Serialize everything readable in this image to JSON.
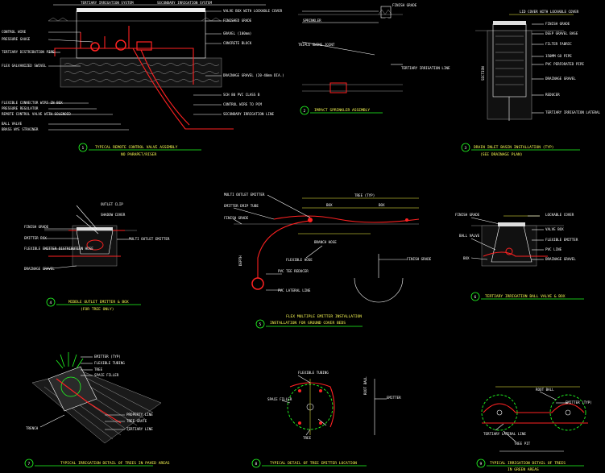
{
  "details": [
    {
      "number": "1",
      "title": "TYPICAL REMOTE CONTROL VALVE ASSEMBLY",
      "subtitle": "NO PARAPET/RISER",
      "top_labels": [
        "TERTIARY IRRIGATION SYSTEM",
        "SECONDARY IRRIGATION SYSTEM"
      ],
      "left_labels": [
        "CONTROL WIRE",
        "PRESSURE GAUGE",
        "TERTIARY DISTRIBUTION PIPE",
        "FLEX GALVANIZED SWIVEL",
        "FLEXIBLE CONNECTOR WIRE IN BOX",
        "PRESSURE REGULATOR",
        "REMOTE CONTROL VALVE WITH SOLENOID",
        "BALL VALVE",
        "BRASS WYE STRAINER"
      ],
      "right_labels": [
        "VALVE BOX WITH LOCKABLE COVER",
        "FINISHED GRADE",
        "GRAVEL (100mm)",
        "CONCRETE BLOCK",
        "DRAINAGE GRAVEL (20-40mm DIA.)",
        "SCH 80 PVC CLASS B",
        "CONTROL WIRE TO PCM",
        "SECONDARY IRRIGATION LINE"
      ]
    },
    {
      "number": "2",
      "title": "IMPACT SPRINKLER ASSEMBLY",
      "subtitle": "",
      "left_labels": [
        "FINISH GRADE",
        "SPRINKLER",
        "TRIPLE SWING JOINT",
        "TERTIARY IRRIGATION LINE"
      ]
    },
    {
      "number": "3",
      "title": "DRAIN INLET BASIN INSTALLATION (TYP)",
      "subtitle": "(SEE DRAINAGE PLAN)",
      "right_labels": [
        "LID COVER WITH LOCKABLE COVER",
        "FINISH GRADE",
        "DEEP GRAVEL BASE",
        "FILTER FABRIC",
        "150MM GO PIPE",
        "PVC PERFORATED PIPE",
        "DRAINAGE GRAVEL",
        "REDUCER",
        "TERTIARY IRRIGATION LATERAL"
      ]
    },
    {
      "number": "4",
      "title": "MIDDLE OUTLET EMITTER & BOX",
      "subtitle": "(FOR TREE ONLY)",
      "left_labels": [
        "FINISH GRADE",
        "EMITTER BOX",
        "FLEXIBLE EMITTER DISTRIBUTION HOSE",
        "DRAINAGE GRAVEL"
      ],
      "right_labels": [
        "OUTLET CLIP",
        "SHADOW COVER",
        "MULTI OUTLET EMITTER"
      ]
    },
    {
      "number": "5",
      "title": "FLEX MULTIPLE EMITTER INSTALLATION",
      "subtitle": "INSTALLATION FOR GROUND COVER BEDS",
      "left_labels": [
        "MULTI OUTLET EMITTER",
        "EMITTER DRIP TUBE",
        "FINISH GRADE",
        "PVC TEE REDUCER",
        "PVC LATERAL LINE"
      ],
      "right_labels": [
        "TREE (TYP)",
        "BOX",
        "BOX",
        "BRANCH HOSE",
        "FINISH GRADE",
        "FLEXIBLE HOSE"
      ]
    },
    {
      "number": "6",
      "title": "TERTIARY IRRIGATION BALL VALVE & BOX",
      "subtitle": "",
      "left_labels": [
        "FINISH GRADE",
        "BALL VALVE",
        "BOX"
      ],
      "right_labels": [
        "LOCKABLE COVER",
        "VALVE BOX",
        "FLEXIBLE EMITTER",
        "PVC LINE",
        "DRAINAGE GRAVEL"
      ]
    },
    {
      "number": "7",
      "title": "TYPICAL IRRIGATION DETAIL OF TREES IN PAVED AREAS",
      "subtitle": "",
      "right_labels": [
        "EMITTER (TYP)",
        "FLEXIBLE TUBING",
        "TREE",
        "SPACE FILLER",
        "PROPERTY LINE",
        "TREE GRATE",
        "TERTIARY LINE"
      ],
      "left_labels": [
        "TRENCH"
      ]
    },
    {
      "number": "8",
      "title": "TYPICAL DETAIL OF TREE EMITTER LOCATION",
      "subtitle": "",
      "labels": [
        "FLEXIBLE TUBING",
        "ROOT BALL",
        "EMITTER",
        "SPACE FILLER",
        "TREE"
      ]
    },
    {
      "number": "9",
      "title": "TYPICAL IRRIGATION DETAIL OF TREES",
      "subtitle": "IN GREEN AREAS",
      "labels": [
        "EMITTER (TYP)",
        "ROOT BALL",
        "TREE PIT",
        "TERTIARY LATERAL LINE"
      ]
    }
  ]
}
